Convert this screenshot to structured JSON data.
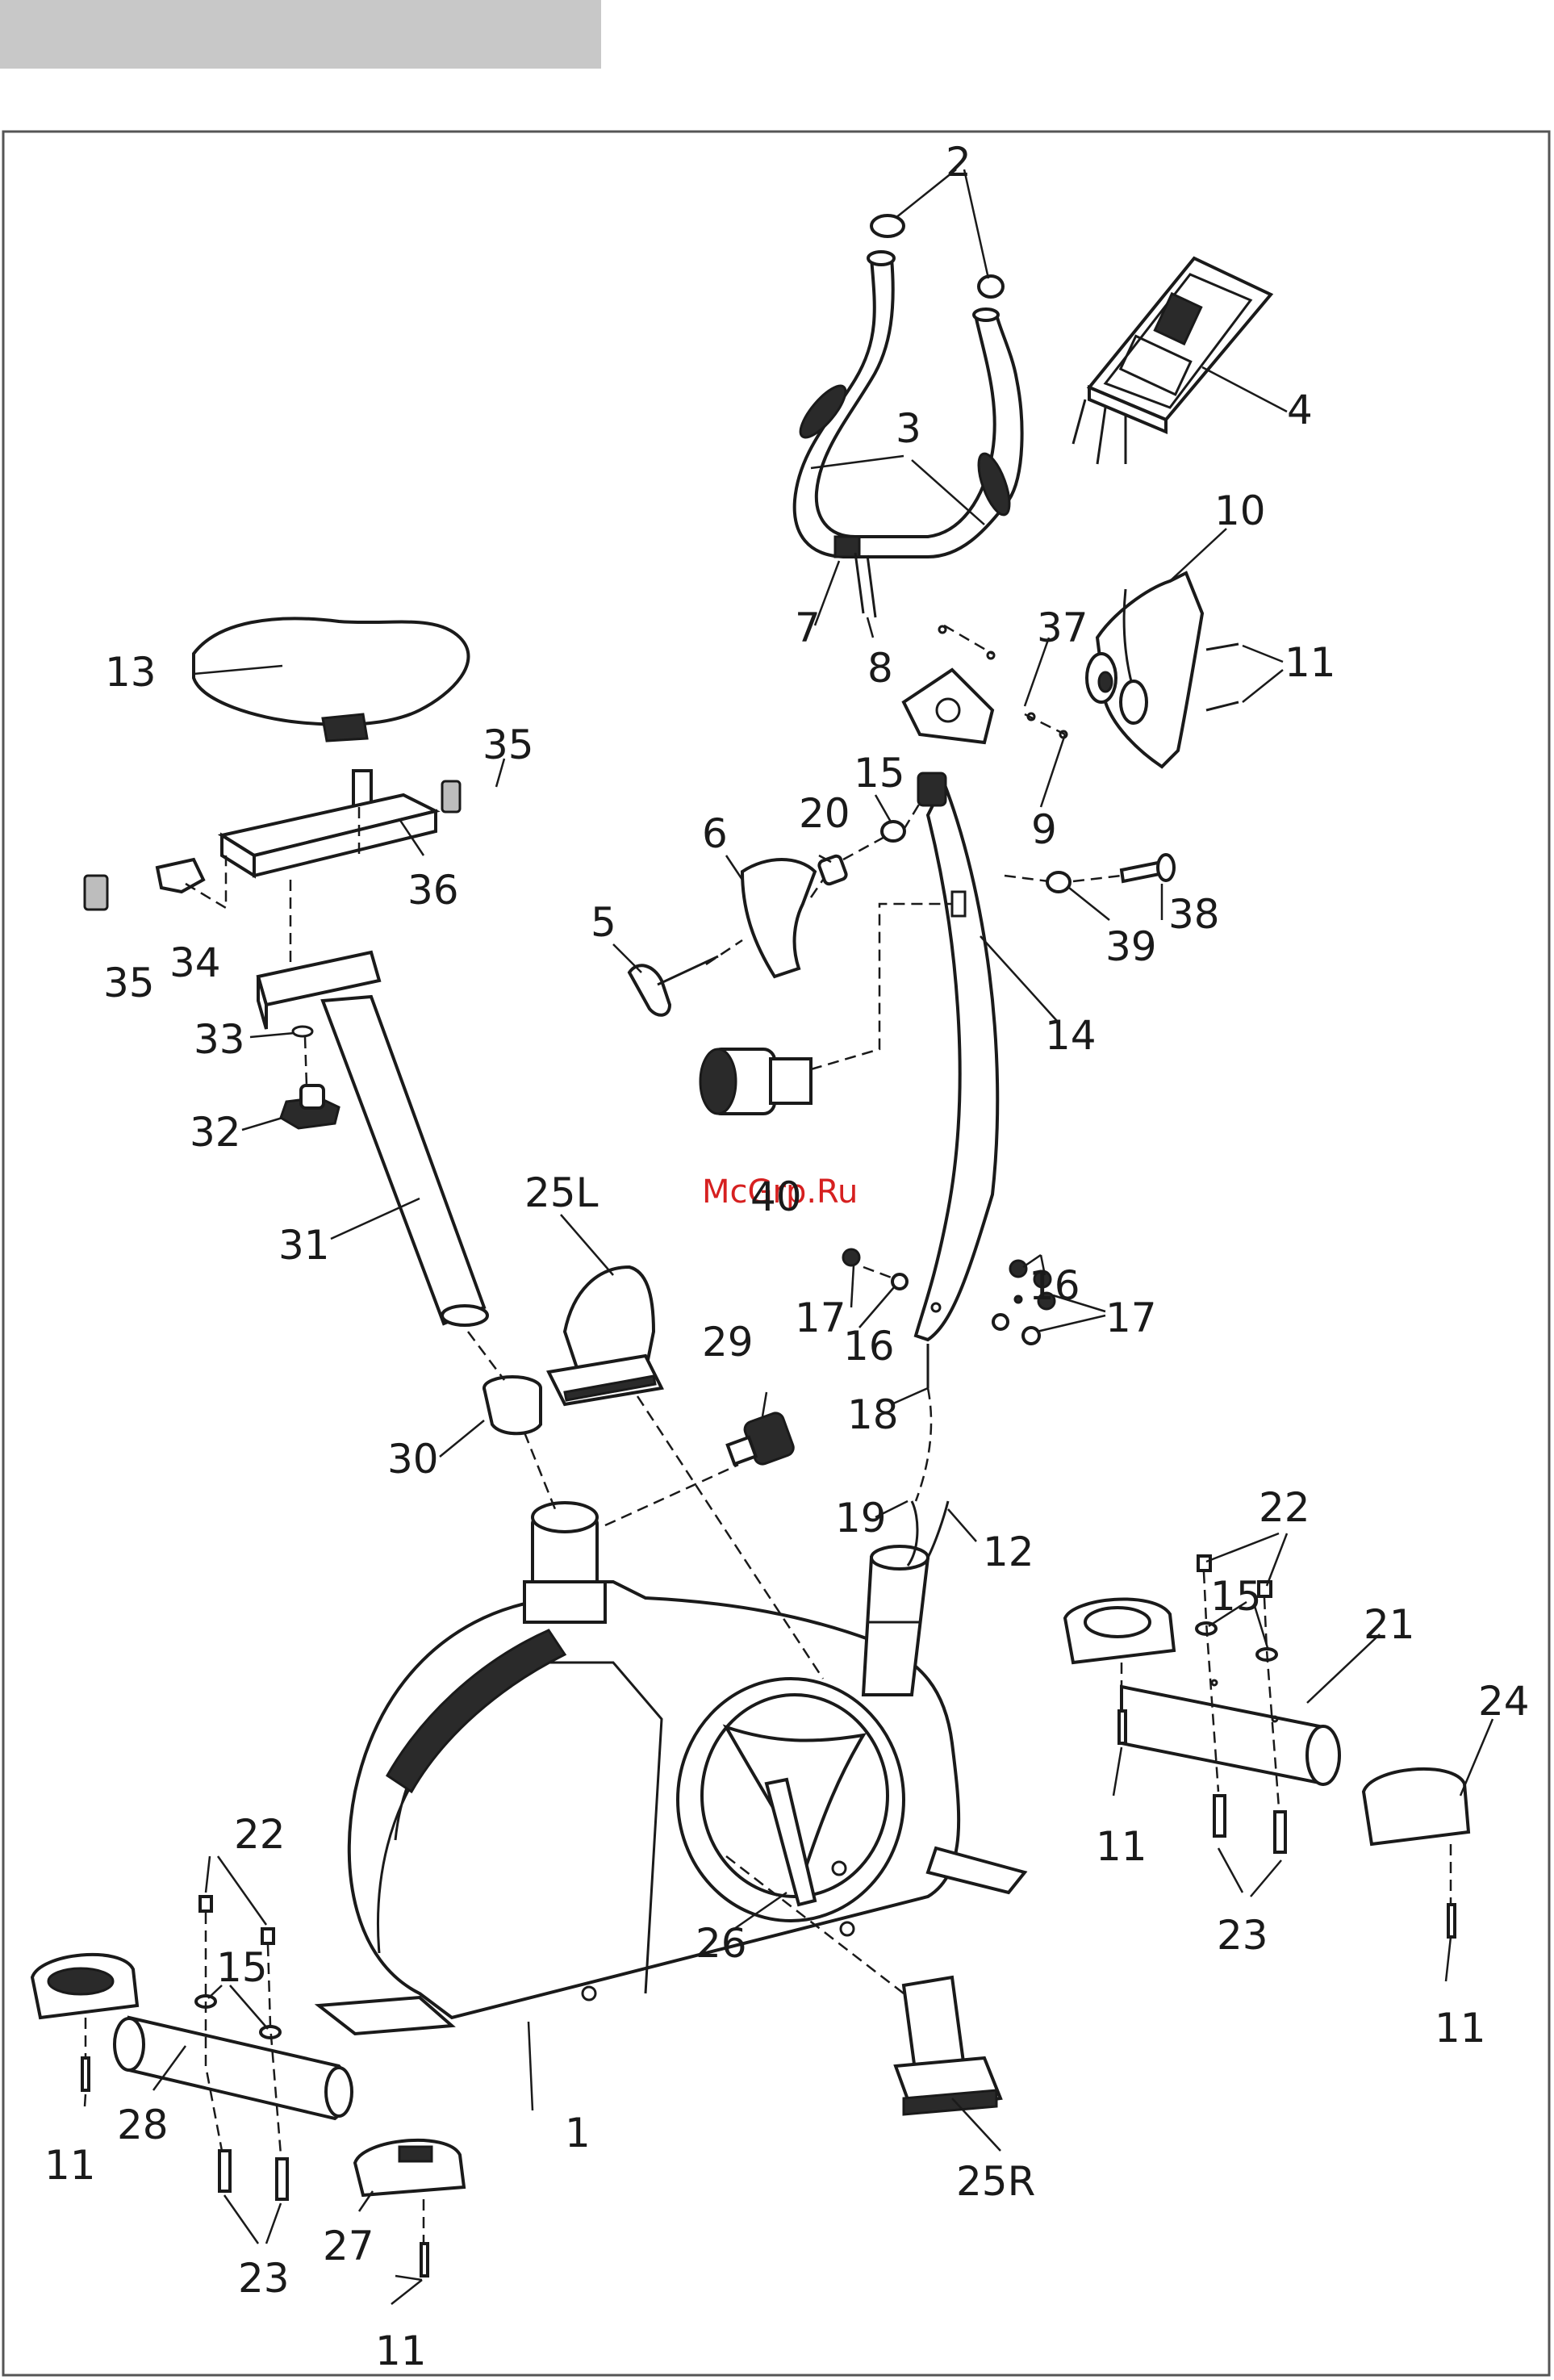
{
  "watermark": "McGrp.Ru",
  "part_labels": {
    "p1": "1",
    "p2": "2",
    "p3": "3",
    "p4": "4",
    "p5": "5",
    "p6": "6",
    "p7": "7",
    "p8": "8",
    "p9": "9",
    "p10": "10",
    "p11_console": "11",
    "p11_rear": "11",
    "p11_front": "11",
    "p11_front_cap": "11",
    "p11_bottom": "11",
    "p12": "12",
    "p13": "13",
    "p14": "14",
    "p15_console": "15",
    "p15_rear": "15",
    "p15_front": "15",
    "p16_a": "16",
    "p16_b": "16",
    "p17_a": "17",
    "p17_b": "17",
    "p18": "18",
    "p19": "19",
    "p20": "20",
    "p21": "21",
    "p22_rear": "22",
    "p22_front": "22",
    "p23_rear": "23",
    "p23_front": "23",
    "p24": "24",
    "p25l": "25L",
    "p25r": "25R",
    "p26": "26",
    "p27": "27",
    "p28": "28",
    "p29": "29",
    "p30": "30",
    "p31": "31",
    "p32": "32",
    "p33": "33",
    "p34": "34",
    "p35_top": "35",
    "p35_left": "35",
    "p36": "36",
    "p37": "37",
    "p38": "38",
    "p39": "39",
    "p40": "40"
  }
}
